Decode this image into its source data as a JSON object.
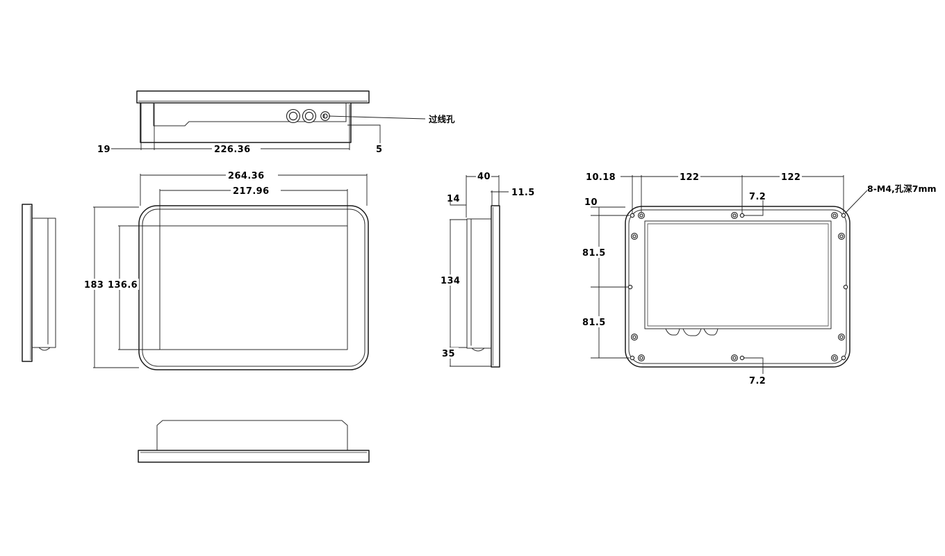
{
  "drawing": {
    "title": "Panel PC enclosure mechanical drawing",
    "units": "mm",
    "views": [
      {
        "id": "top-view",
        "name": "Top view"
      },
      {
        "id": "left-side-view",
        "name": "Left side view"
      },
      {
        "id": "front-view",
        "name": "Front view"
      },
      {
        "id": "right-side-view",
        "name": "Right side view"
      },
      {
        "id": "rear-view",
        "name": "Rear view"
      },
      {
        "id": "bottom-view",
        "name": "Bottom view"
      }
    ]
  },
  "top_view": {
    "dimensions": {
      "left_offset": "19",
      "length": "226.36",
      "right_offset": "5"
    },
    "annotation": {
      "label": "过线孔"
    },
    "features": {
      "connector_1": "round-connector",
      "connector_2": "round-connector",
      "connector_3": "cable-hole"
    }
  },
  "front_view": {
    "dimensions": {
      "overall_width": "264.36",
      "active_width": "217.96",
      "overall_height": "183",
      "active_height": "136.6"
    }
  },
  "right_side_view": {
    "dimensions": {
      "depth": "40",
      "rear_depth": "14",
      "front_thickness": "11.5",
      "body_height": "134",
      "lower_height": "35"
    }
  },
  "rear_view": {
    "dimensions": {
      "corner_offset": "10.18",
      "edge_offset": "10",
      "pitch_h_left": "122",
      "pitch_h_right": "122",
      "pitch_v_top": "81.5",
      "pitch_v_bottom": "81.5",
      "hole_dia_top": "7.2",
      "hole_dia_bottom": "7.2"
    },
    "annotation": {
      "label": "8-M4,孔深7mm"
    }
  },
  "colors": {
    "line": "#1a1a1a",
    "dimension": "#202020",
    "background": "#ffffff"
  }
}
